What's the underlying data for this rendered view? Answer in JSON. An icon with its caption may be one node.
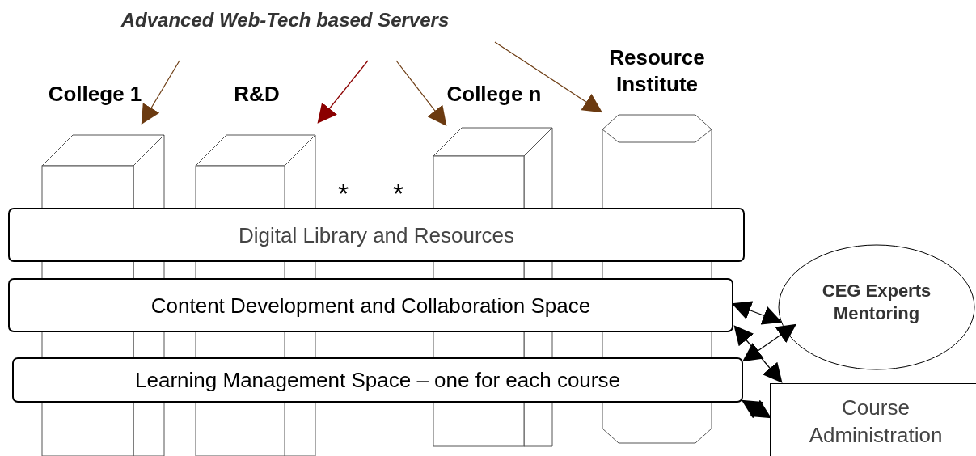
{
  "diagram": {
    "nodes": [
      {
        "text": [
          "Advanced Web-Tech based Servers"
        ]
      },
      {
        "text": [
          "College 1"
        ]
      },
      {
        "text": [
          "R&D"
        ]
      },
      {
        "text": [
          "College n"
        ]
      },
      {
        "text": [
          "Resource Institute"
        ]
      },
      {
        "text": [
          "Digital Library and Resources"
        ]
      },
      {
        "text": [
          "Content Development and Collaboration Space"
        ]
      },
      {
        "text": [
          "Learning Management Space – one for each course"
        ]
      },
      {
        "text": [
          "CEG Experts Mentoring"
        ]
      },
      {
        "text": [
          "Course Administration"
        ]
      }
    ],
    "edges": [
      {
        "from": 0,
        "to": 1,
        "arrow": "to",
        "color": "#6b3a10"
      },
      {
        "from": 0,
        "to": 2,
        "arrow": "to",
        "color": "#8b0000"
      },
      {
        "from": 0,
        "to": 3,
        "arrow": "to",
        "color": "#6b3a10"
      },
      {
        "from": 0,
        "to": 4,
        "arrow": "to",
        "color": "#6b3a10"
      },
      {
        "from": 6,
        "to": 8,
        "arrow": "both"
      },
      {
        "from": 6,
        "to": 9,
        "arrow": "both"
      },
      {
        "from": 7,
        "to": 8,
        "arrow": "both"
      },
      {
        "from": 7,
        "to": 9,
        "arrow": "both"
      }
    ],
    "labels": [
      "*",
      "*"
    ]
  }
}
